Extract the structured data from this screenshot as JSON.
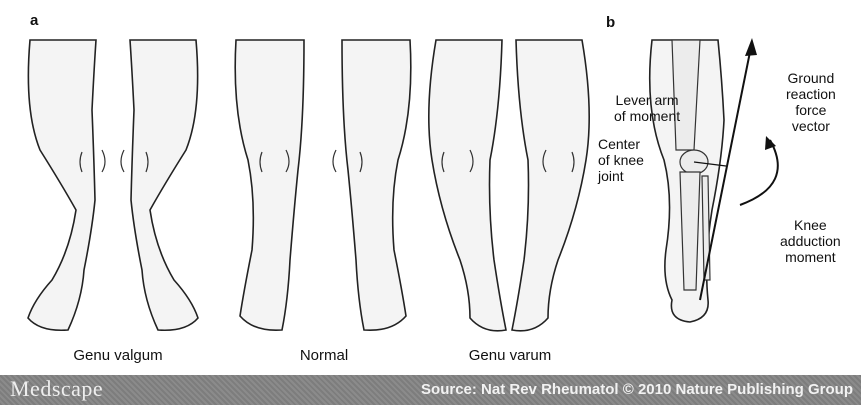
{
  "panels": {
    "a": {
      "letter": "a",
      "captions": [
        "Genu valgum",
        "Normal",
        "Genu varum"
      ]
    },
    "b": {
      "letter": "b",
      "labels": {
        "lever_arm": [
          "Lever arm",
          "of moment"
        ],
        "center": [
          "Center",
          "of knee",
          "joint"
        ],
        "ground": [
          "Ground",
          "reaction",
          "force",
          "vector"
        ],
        "adduction": [
          "Knee",
          "adduction",
          "moment"
        ]
      }
    }
  },
  "footer": {
    "brand": "Medscape",
    "source": "Source: Nat Rev Rheumatol © 2010 Nature Publishing Group"
  }
}
